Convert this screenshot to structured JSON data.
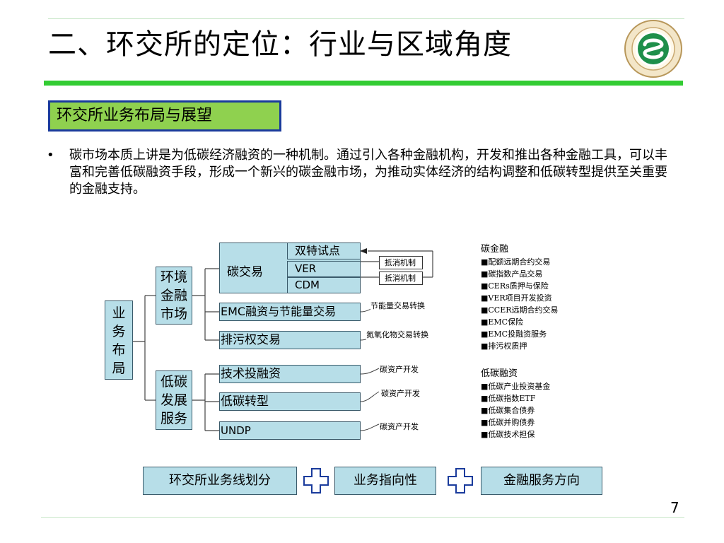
{
  "header": {
    "title": "二、环交所的定位：行业与区域角度",
    "section_label": "环交所业务布局与展望"
  },
  "body": {
    "bullet_symbol": "•",
    "paragraph": "碳市场本质上讲是为低碳经济融资的一种机制。通过引入各种金融机构，开发和推出各种金融工具，可以丰富和完善低碳融资手段，形成一个新兴的碳金融市场，为推动实体经济的结构调整和低碳转型提供至关重要的金融支持。"
  },
  "diagram": {
    "root": "业\n务\n布\n局",
    "env_market": "环境\n金融\n市场",
    "low_carbon": "低碳\n发展\n服务",
    "carbon_trade": "碳交易",
    "pilot": "双特试点",
    "ver": "VER",
    "cdm": "CDM",
    "emc": "EMC融资与节能量交易",
    "pollution": "排污权交易",
    "tech": "技术投融资",
    "transform": "低碳转型",
    "undp": "UNDP",
    "offset_1": "抵消机制",
    "offset_2": "抵消机制",
    "conv_energy": "节能量交易转换",
    "conv_nox": "氮氧化物交易转换",
    "asset_1": "碳资产开发",
    "asset_2": "碳资产开发",
    "asset_3": "碳资产开发"
  },
  "carbon_finance": {
    "title": "碳金融",
    "items": [
      "■配额远期合约交易",
      "■碳指数产品交易",
      "■CERs质押与保险",
      "■VER项目开发投资",
      "■CCER远期合约交易",
      "■EMC保险",
      "■EMC投融资服务",
      "■排污权质押"
    ]
  },
  "low_carbon_finance": {
    "title": "低碳融资",
    "items": [
      "■低碳产业投资基金",
      "■低碳指数ETF",
      "■低碳集合债券",
      "■低碳并购债券",
      "■低碳技术担保"
    ]
  },
  "footer": {
    "box_1": "环交所业务线划分",
    "box_2": "业务指向性",
    "box_3": "金融服务方向",
    "page_number": "7"
  },
  "colors": {
    "accent_green": "#33cc33",
    "label_green": "#8fd14f",
    "box_blue": "#b7dee8",
    "border_navy": "#1a3b9c"
  }
}
